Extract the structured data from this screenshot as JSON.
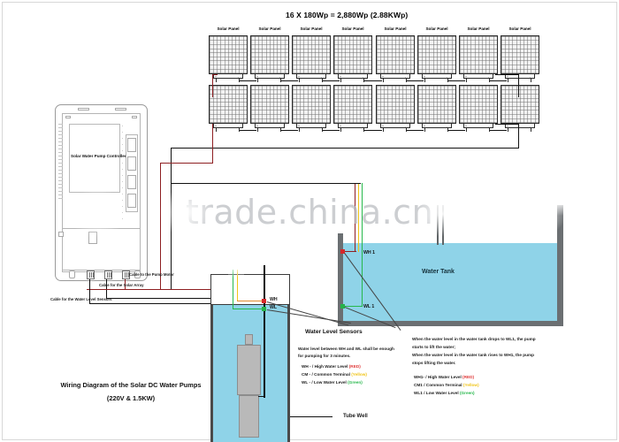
{
  "diagram": {
    "array_title": "16 X 180Wp = 2,880Wp (2.88KWp)",
    "panel_label": "Solar Panel",
    "panel_plus": "+",
    "panel_minus": "-",
    "controller_label": "Solar Water Pump Controller",
    "tank_label": "Water Tank",
    "tube_well_label": "Tube Well",
    "watermark": "trade.china.cn",
    "main_title_line1": "Wiring Diagram of the Solar DC Water Pumps",
    "main_title_line2": "(220V & 1.5KW)"
  },
  "cables": [
    {
      "label": "Cable to the Pump Motor"
    },
    {
      "label": "Cable for the Solar Array"
    },
    {
      "label": "Cable for the Water Level Sensors"
    }
  ],
  "well_sensors": [
    {
      "tag": "WH"
    },
    {
      "tag": "WL"
    }
  ],
  "tank_sensors": [
    {
      "tag": "WH 1"
    },
    {
      "tag": "WL 1"
    }
  ],
  "sensor_block": {
    "heading": "Water Level Sensors",
    "note_line1": "Water level between WH and WL shall be enough",
    "note_line2": "for pumping for 3 minutes.",
    "legend": [
      {
        "code": "WH -",
        "desc": "/ High Water Level",
        "color_name": "(RED)",
        "color": "#e03a3a"
      },
      {
        "code": "CM -",
        "desc": "/ Common Terminal",
        "color_name": "(Yellow)",
        "color": "#f0c419"
      },
      {
        "code": "WL -",
        "desc": "/ Low Water Level",
        "color_name": "(Green)",
        "color": "#27b84c"
      }
    ]
  },
  "operation_block": {
    "line1": "When the water level in the water tank drops to WL1, the pump",
    "line2": "starts to lift the water;",
    "line3": "When the water level in the water tank rises to WH1, the pump",
    "line4": "stops lifting the water.",
    "legend": [
      {
        "code": "WH1- ",
        "desc": "/ High Water Level",
        "color_name": "(RED)",
        "color": "#e03a3a"
      },
      {
        "code": "CM1 ",
        "desc": "/ Common Terminal",
        "color_name": "(Yellow)",
        "color": "#f0c419"
      },
      {
        "code": "WL1 ",
        "desc": "/ Low Water Level",
        "color_name": "(Green)",
        "color": "#27b84c"
      }
    ]
  },
  "colors": {
    "wire_red": "#8e1f22",
    "wire_black": "#111111",
    "wire_yellow": "#f0c419",
    "wire_green": "#27b84c",
    "wire_orange": "#e08a2e",
    "water": "#8fd3e8",
    "tank_wall": "#6b6f72"
  }
}
